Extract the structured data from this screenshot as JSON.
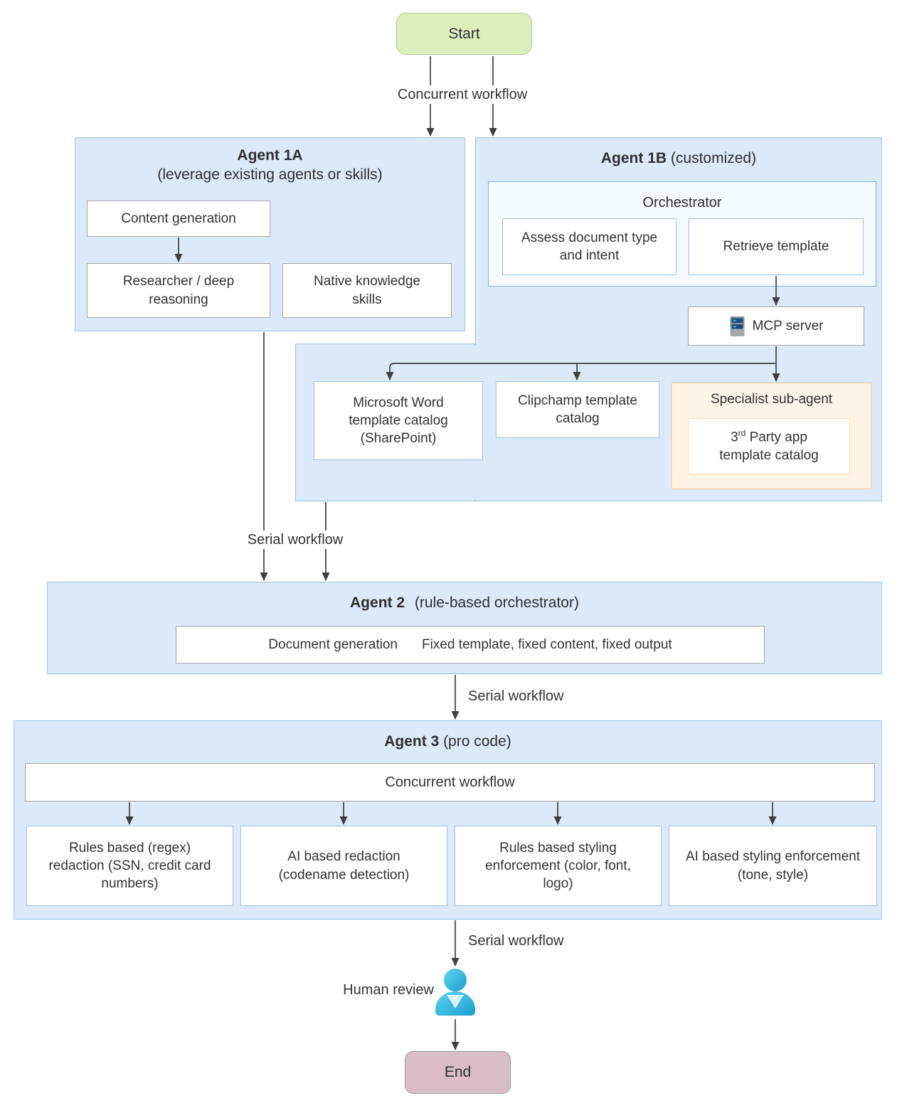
{
  "colors": {
    "panel_fill": "#DBE9F8",
    "panel_border": "#9DC3E6",
    "orchestrator_fill": "#F4FAFE",
    "orchestrator_border": "#82B4D8",
    "box_border_gray": "#A6A6A6",
    "box_border_blue": "#9DC3E6",
    "specialist_fill": "#FDF4E7",
    "specialist_border": "#F5C98F",
    "third_party_border": "#FFD9A3",
    "start_fill": "#DDEEBD",
    "start_border": "#A9CC7E",
    "end_fill": "#D9BFC5",
    "end_border": "#999999",
    "arrow": "#3F3F3F",
    "text": "#333333",
    "person_gradient_top": "#5BD6F2",
    "person_gradient_bottom": "#1C9FCE"
  },
  "nodes": {
    "start": "Start",
    "end": "End"
  },
  "labels": {
    "concurrent_top": "Concurrent workflow",
    "serial_left": "Serial workflow",
    "serial_mid": "Serial workflow",
    "serial_bottom": "Serial workflow",
    "human_review": "Human review"
  },
  "agent1a": {
    "title": "Agent 1A",
    "subtitle": "(leverage existing agents or skills)",
    "content_generation": "Content generation",
    "researcher": "Researcher / deep reasoning",
    "native_skills": "Native knowledge skills"
  },
  "agent1b": {
    "title": "Agent 1B",
    "subtitle": "(customized)",
    "orchestrator_label": "Orchestrator",
    "assess": "Assess document type and intent",
    "retrieve": "Retrieve template",
    "mcp_server": "MCP server",
    "word_catalog": "Microsoft Word template catalog (SharePoint)",
    "clipchamp_catalog": "Clipchamp template catalog",
    "specialist_title": "Specialist sub-agent",
    "third_party": {
      "prefix": "3",
      "sup": "rd",
      "rest": " Party app template catalog"
    }
  },
  "agent2": {
    "title": "Agent 2",
    "subtitle": "(rule-based orchestrator)",
    "doc_generation": "Document generation",
    "fixed": "Fixed template, fixed content, fixed output"
  },
  "agent3": {
    "title": "Agent 3",
    "subtitle": "(pro code)",
    "concurrent_label": "Concurrent workflow",
    "boxes": [
      "Rules based (regex) redaction (SSN, credit card numbers)",
      "AI based redaction (codename detection)",
      "Rules based styling enforcement (color, font, logo)",
      "AI based styling enforcement (tone, style)"
    ]
  }
}
